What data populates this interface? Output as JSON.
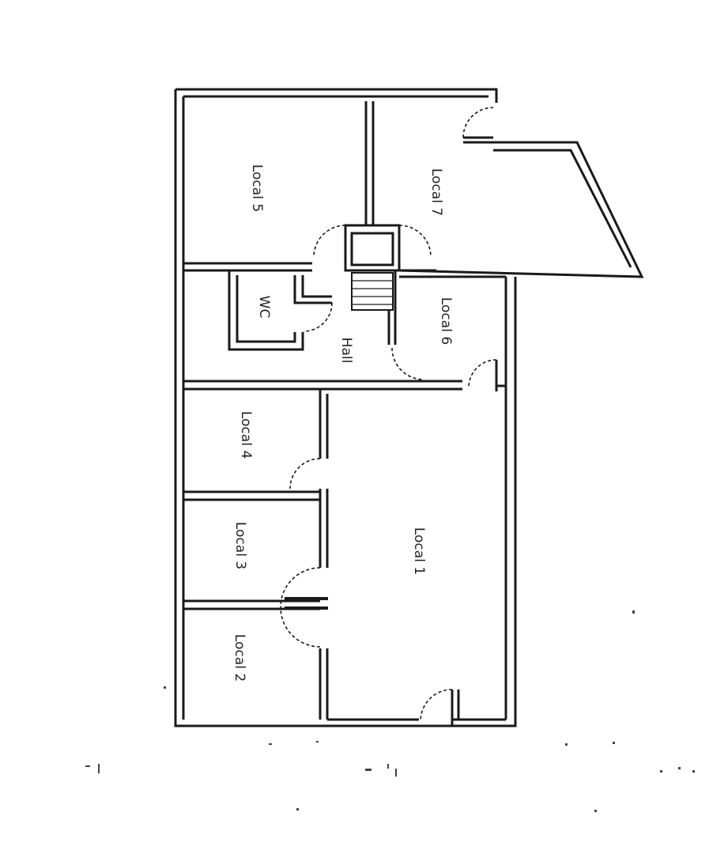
{
  "rooms": {
    "local5": "Local 5",
    "local7": "Local 7",
    "wc": "WC",
    "hall": "Hall",
    "local6": "Local 6",
    "local4": "Local 4",
    "local1": "Local 1",
    "local3": "Local 3",
    "local2": "Local 2"
  }
}
